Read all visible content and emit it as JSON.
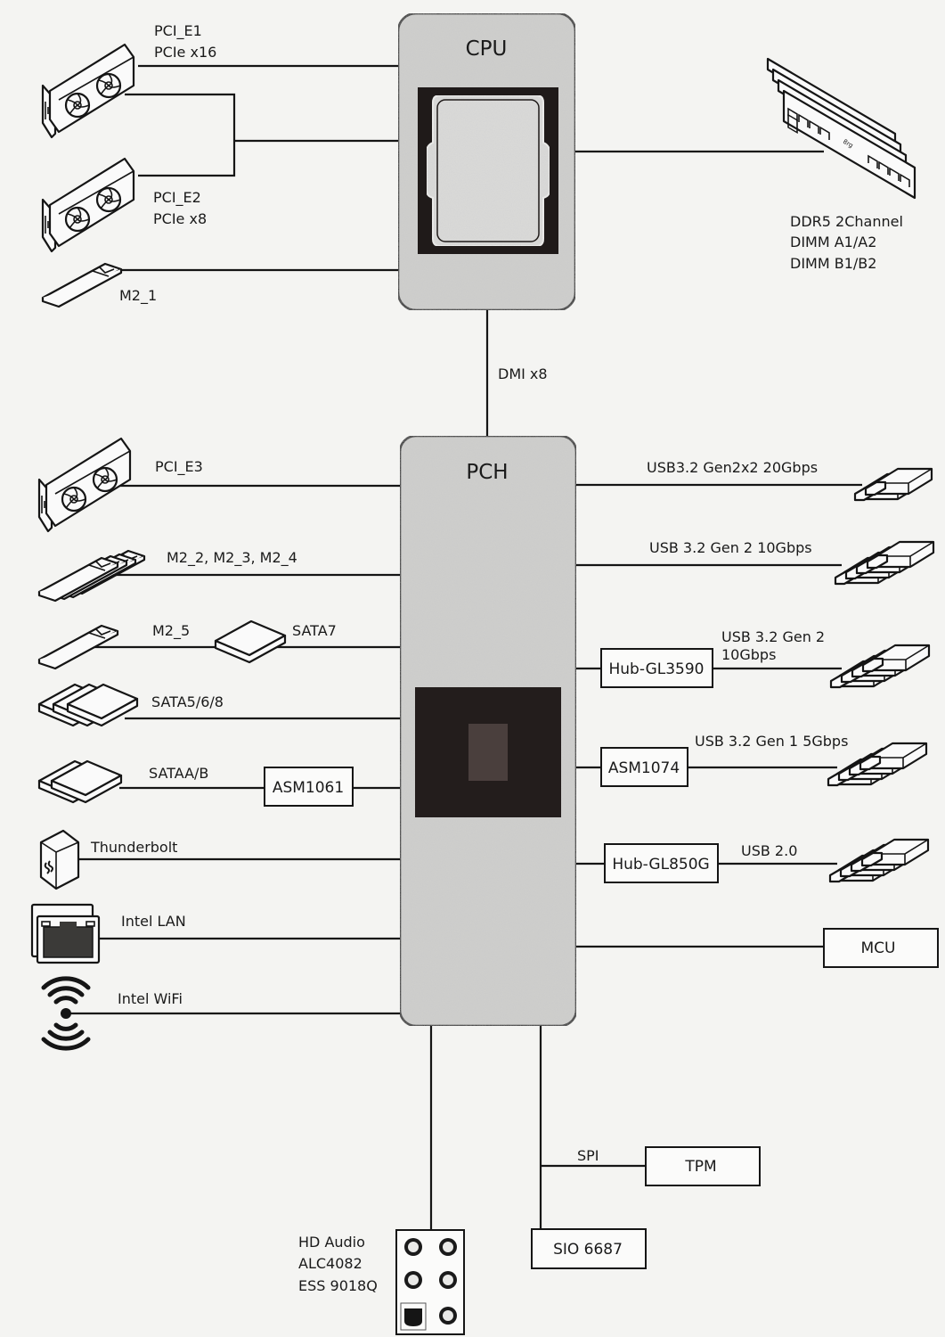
{
  "diagram": {
    "title": "Motherboard Block Diagram",
    "chips": {
      "cpu": {
        "label": "CPU"
      },
      "pch": {
        "label": "PCH"
      }
    },
    "cpu_link": {
      "label": "DMI x8"
    },
    "cpu_devices": [
      {
        "id": "pcie1",
        "lines": [
          "PCI_E1",
          "PCIe x16"
        ],
        "icon": "graphics-card-icon"
      },
      {
        "id": "pcie2",
        "lines": [
          "PCI_E2",
          "PCIe x8"
        ],
        "icon": "graphics-card-icon"
      },
      {
        "id": "m2_1",
        "lines": [
          "M2_1"
        ],
        "icon": "m2-ssd-icon"
      },
      {
        "id": "ddr5",
        "lines": [
          "DDR5 2Channel",
          "DIMM A1/A2",
          "DIMM B1/B2"
        ],
        "icon": "memory-dimm-icon",
        "dimm_mark": "8rg"
      }
    ],
    "pch_left_devices": [
      {
        "id": "pcie3",
        "label": "PCI_E3",
        "icon": "graphics-card-icon"
      },
      {
        "id": "m2_234",
        "label": "M2_2, M2_3, M2_4",
        "icon": "m2-ssd-stack-icon"
      },
      {
        "id": "m2_5",
        "label": "M2_5",
        "icon": "m2-ssd-icon"
      },
      {
        "id": "sata7",
        "label": "SATA7",
        "icon": "sata-drive-icon"
      },
      {
        "id": "sata568",
        "label": "SATA5/6/8",
        "icon": "sata-drive-stack-icon"
      },
      {
        "id": "sataab",
        "label": "SATAA/B",
        "icon": "sata-drive-pair-icon",
        "controller": "ASM1061"
      },
      {
        "id": "tbt",
        "label": "Thunderbolt",
        "icon": "thunderbolt-box-icon"
      },
      {
        "id": "lan",
        "label": "Intel LAN",
        "icon": "ethernet-port-icon"
      },
      {
        "id": "wifi",
        "label": "Intel WiFi",
        "icon": "wifi-icon"
      }
    ],
    "pch_right_devices": [
      {
        "id": "usb20g",
        "label": "USB3.2 Gen2x2 20Gbps",
        "icon": "usb-plug-icon"
      },
      {
        "id": "usb10g",
        "label": "USB 3.2 Gen 2 10Gbps",
        "icon": "usb-plug-icon"
      },
      {
        "id": "usb10g_hub",
        "lines": [
          "USB 3.2 Gen 2",
          "10Gbps"
        ],
        "hub": "Hub-GL3590",
        "icon": "usb-plug-icon"
      },
      {
        "id": "usb5g",
        "label": "USB 3.2 Gen 1 5Gbps",
        "hub": "ASM1074",
        "icon": "usb-plug-icon"
      },
      {
        "id": "usb2",
        "label": "USB 2.0",
        "hub": "Hub-GL850G",
        "icon": "usb-plug-icon"
      },
      {
        "id": "mcu",
        "label": "MCU"
      }
    ],
    "pch_bottom": {
      "audio": {
        "lines": [
          "HD Audio",
          "ALC4082",
          "ESS 9018Q"
        ],
        "icon": "audio-jack-panel-icon"
      },
      "spi": {
        "label": "SPI"
      },
      "tpm": {
        "label": "TPM"
      },
      "sio": {
        "label": "SIO 6687"
      }
    }
  },
  "colors": {
    "line": "#151515",
    "chip_fill": "#cfcfcd",
    "die_dark": "#231d1c",
    "die_inner": "#4a3f3d",
    "background": "#f4f4f2"
  }
}
